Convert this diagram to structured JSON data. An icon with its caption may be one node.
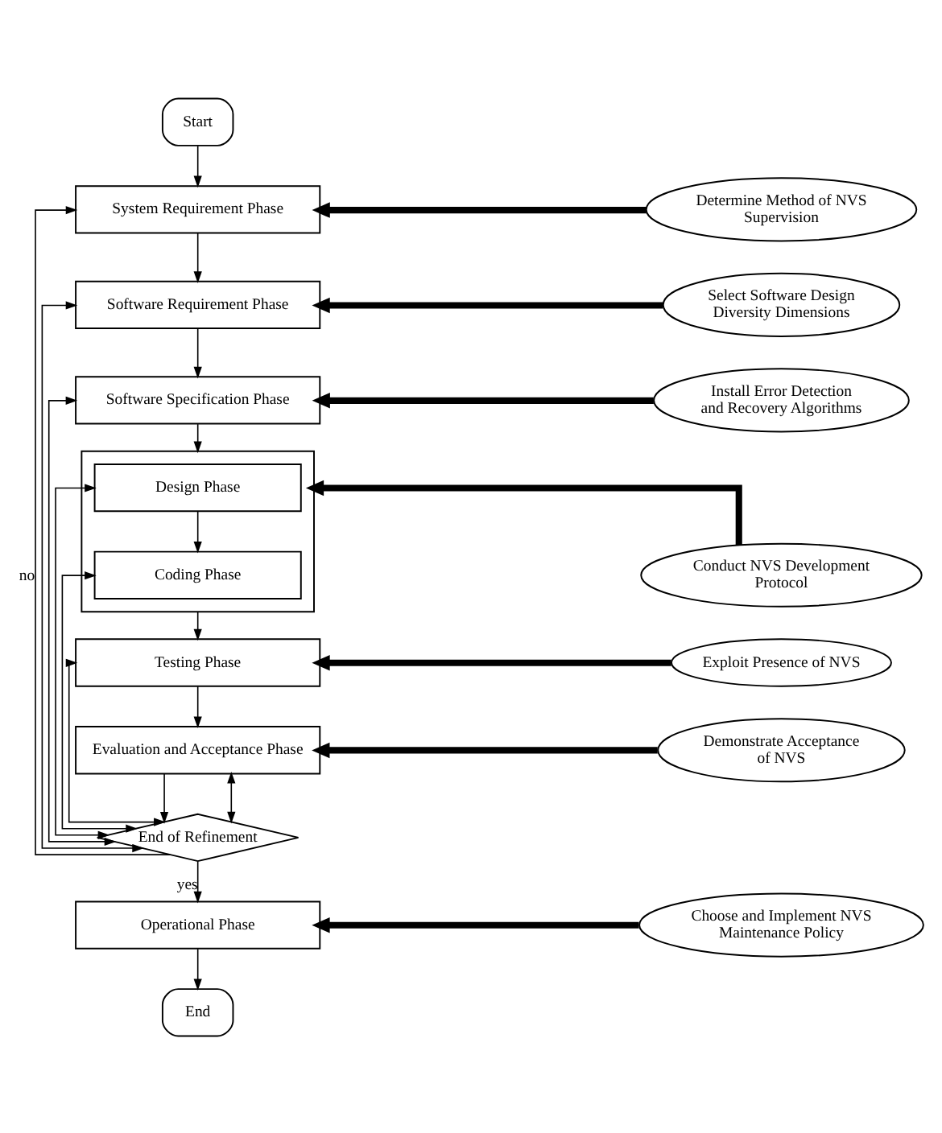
{
  "diagram": {
    "nodes": [
      {
        "text": [
          "Start"
        ]
      },
      {
        "text": [
          "System Requirement Phase"
        ]
      },
      {
        "text": [
          "Software Requirement Phase"
        ]
      },
      {
        "text": [
          "Software Specification Phase"
        ]
      },
      {
        "text": [],
        "shape": "box"
      },
      {
        "text": [
          "Design Phase"
        ],
        "in": 4
      },
      {
        "text": [
          "Coding Phase"
        ],
        "in": 4
      },
      {
        "text": [
          "Testing Phase"
        ]
      },
      {
        "text": [
          "Evaluation and Acceptance Phase"
        ]
      },
      {
        "text": [
          "End of Refinement"
        ]
      },
      {
        "text": [
          "Operational Phase"
        ]
      },
      {
        "text": [
          "End"
        ]
      },
      {
        "text": [
          "Determine Method of NVS Supervision"
        ]
      },
      {
        "text": [
          "Select Software Design Diversity Dimensions"
        ]
      },
      {
        "text": [
          "Install Error Detection and Recovery Algorithms"
        ]
      },
      {
        "text": [
          "Conduct NVS Development Protocol"
        ]
      },
      {
        "text": [
          "Exploit Presence of NVS"
        ]
      },
      {
        "text": [
          "Demonstrate Acceptance of NVS"
        ]
      },
      {
        "text": [
          "Choose and Implement NVS Maintenance Policy"
        ]
      }
    ],
    "edges": [
      {
        "from": 0,
        "to": 1,
        "arrow": "to"
      },
      {
        "from": 1,
        "to": 2,
        "arrow": "to"
      },
      {
        "from": 2,
        "to": 3,
        "arrow": "to"
      },
      {
        "from": 3,
        "to": 4,
        "arrow": "to"
      },
      {
        "from": 5,
        "to": 6,
        "arrow": "to"
      },
      {
        "from": 4,
        "to": 7,
        "arrow": "to"
      },
      {
        "from": 7,
        "to": 8,
        "arrow": "to"
      },
      {
        "from": 8,
        "to": 9,
        "arrow": "to"
      },
      {
        "from": 9,
        "to": 10,
        "arrow": "to",
        "label": "yes"
      },
      {
        "from": 10,
        "to": 11,
        "arrow": "to"
      },
      {
        "from": 9,
        "to": 1,
        "arrow": "to",
        "label": "no"
      },
      {
        "from": 9,
        "to": 2,
        "arrow": "both"
      },
      {
        "from": 9,
        "to": 3,
        "arrow": "both"
      },
      {
        "from": 9,
        "to": 5,
        "arrow": "both"
      },
      {
        "from": 9,
        "to": 6,
        "arrow": "both"
      },
      {
        "from": 9,
        "to": 7,
        "arrow": "both"
      },
      {
        "from": 9,
        "to": 8,
        "arrow": "both"
      },
      {
        "from": 12,
        "to": 1,
        "arrow": "to",
        "style": "thick"
      },
      {
        "from": 13,
        "to": 2,
        "arrow": "to",
        "style": "thick"
      },
      {
        "from": 14,
        "to": 3,
        "arrow": "to",
        "style": "thick"
      },
      {
        "from": 15,
        "to": 4,
        "arrow": "to",
        "style": "thick"
      },
      {
        "from": 16,
        "to": 7,
        "arrow": "to",
        "style": "thick"
      },
      {
        "from": 17,
        "to": 8,
        "arrow": "to",
        "style": "thick"
      },
      {
        "from": 18,
        "to": 10,
        "arrow": "to",
        "style": "thick"
      }
    ]
  }
}
